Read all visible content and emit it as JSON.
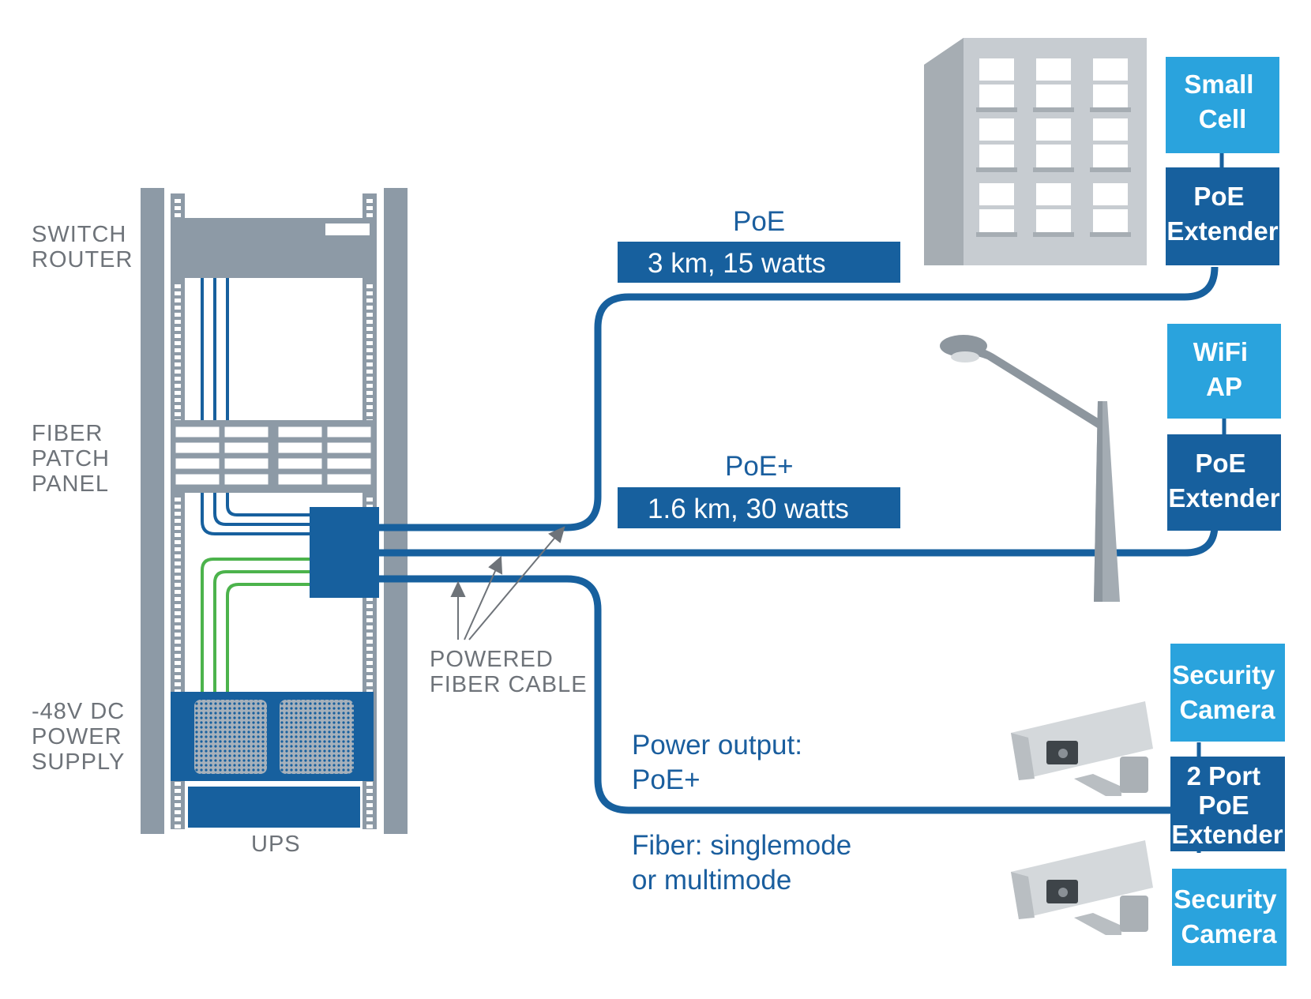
{
  "rack": {
    "switch_router": [
      "SWITCH",
      "ROUTER"
    ],
    "fiber_patch_panel": [
      "FIBER",
      "PATCH",
      "PANEL"
    ],
    "power_supply": [
      "-48V DC",
      "POWER",
      "SUPPLY"
    ],
    "ups": "UPS"
  },
  "powered_fiber_cable": [
    "POWERED",
    "FIBER CABLE"
  ],
  "links": {
    "poe": {
      "label": "PoE",
      "spec": "3 km, 15 watts"
    },
    "poe_plus": {
      "label": "PoE+",
      "spec": "1.6 km, 30 watts"
    }
  },
  "notes": {
    "power_output": [
      "Power output:",
      "PoE+"
    ],
    "fiber": [
      "Fiber: singlemode",
      "or multimode"
    ]
  },
  "devices": {
    "small_cell": [
      "Small",
      "Cell"
    ],
    "wifi_ap": [
      "WiFi",
      "AP"
    ],
    "security_camera_1": [
      "Security",
      "Camera"
    ],
    "security_camera_2": [
      "Security",
      "Camera"
    ],
    "poe_extender_1": [
      "PoE",
      "Extender"
    ],
    "poe_extender_2": [
      "PoE",
      "Extender"
    ],
    "two_port_extender": [
      "2 Port",
      "PoE",
      "Extender"
    ]
  },
  "colors": {
    "dark_blue": "#17609e",
    "light_blue": "#2aa3dd",
    "grey": "#8d9aa6",
    "green": "#4cb34c",
    "text_grey": "#6e7379"
  }
}
